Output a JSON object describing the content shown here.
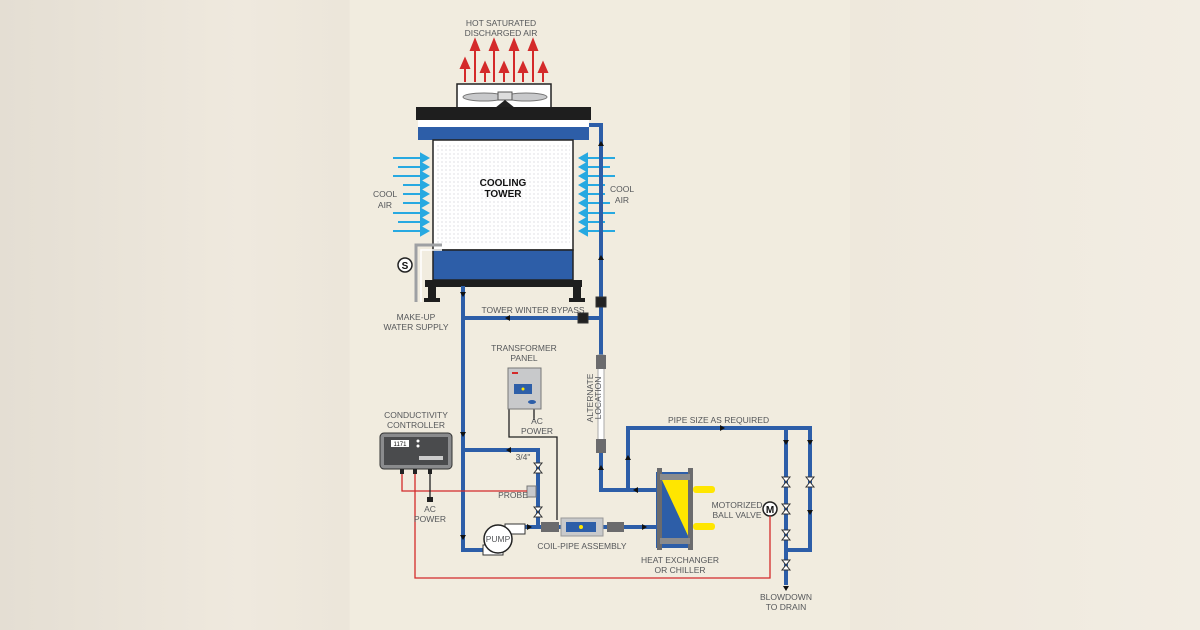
{
  "labels": {
    "hot_air": [
      "HOT SATURATED",
      "DISCHARGED AIR"
    ],
    "tower": [
      "COOLING",
      "TOWER"
    ],
    "cool_air_left": [
      "COOL",
      "AIR"
    ],
    "cool_air_right": [
      "COOL",
      "AIR"
    ],
    "makeup": [
      "MAKE-UP",
      "WATER SUPPLY"
    ],
    "solenoid": "S",
    "bypass": "TOWER WINTER BYPASS",
    "transformer": [
      "TRANSFORMER",
      "PANEL"
    ],
    "transformer_power": [
      "AC",
      "POWER"
    ],
    "alternate": [
      "ALTERNATE",
      "LOCATION"
    ],
    "controller": [
      "CONDUCTIVITY",
      "CONTROLLER"
    ],
    "controller_display": "1171",
    "controller_power": [
      "AC",
      "POWER"
    ],
    "pipe_size": "PIPE SIZE AS REQUIRED",
    "three_quarter": "3/4\"",
    "probe": "PROBE",
    "pump": "PUMP",
    "coil": "COIL-PIPE ASSEMBLY",
    "hx": [
      "HEAT EXCHANGER",
      "OR CHILLER"
    ],
    "motor_valve": [
      "MOTORIZED",
      "BALL VALVE"
    ],
    "motor_symbol": "M",
    "blowdown": [
      "BLOWDOWN",
      "TO DRAIN"
    ]
  },
  "colors": {
    "pipe": "#2d5ea8",
    "hot": "#d42a2a",
    "cool": "#27a9e1",
    "wire": "#d42a2a"
  }
}
